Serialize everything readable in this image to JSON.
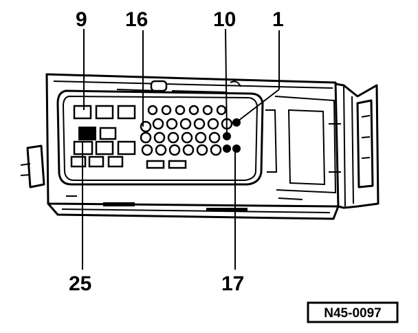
{
  "callouts": {
    "pin_9": "9",
    "pin_16": "16",
    "pin_10": "10",
    "pin_1": "1",
    "pin_25": "25",
    "pin_17": "17"
  },
  "reference_code": "N45-0097"
}
